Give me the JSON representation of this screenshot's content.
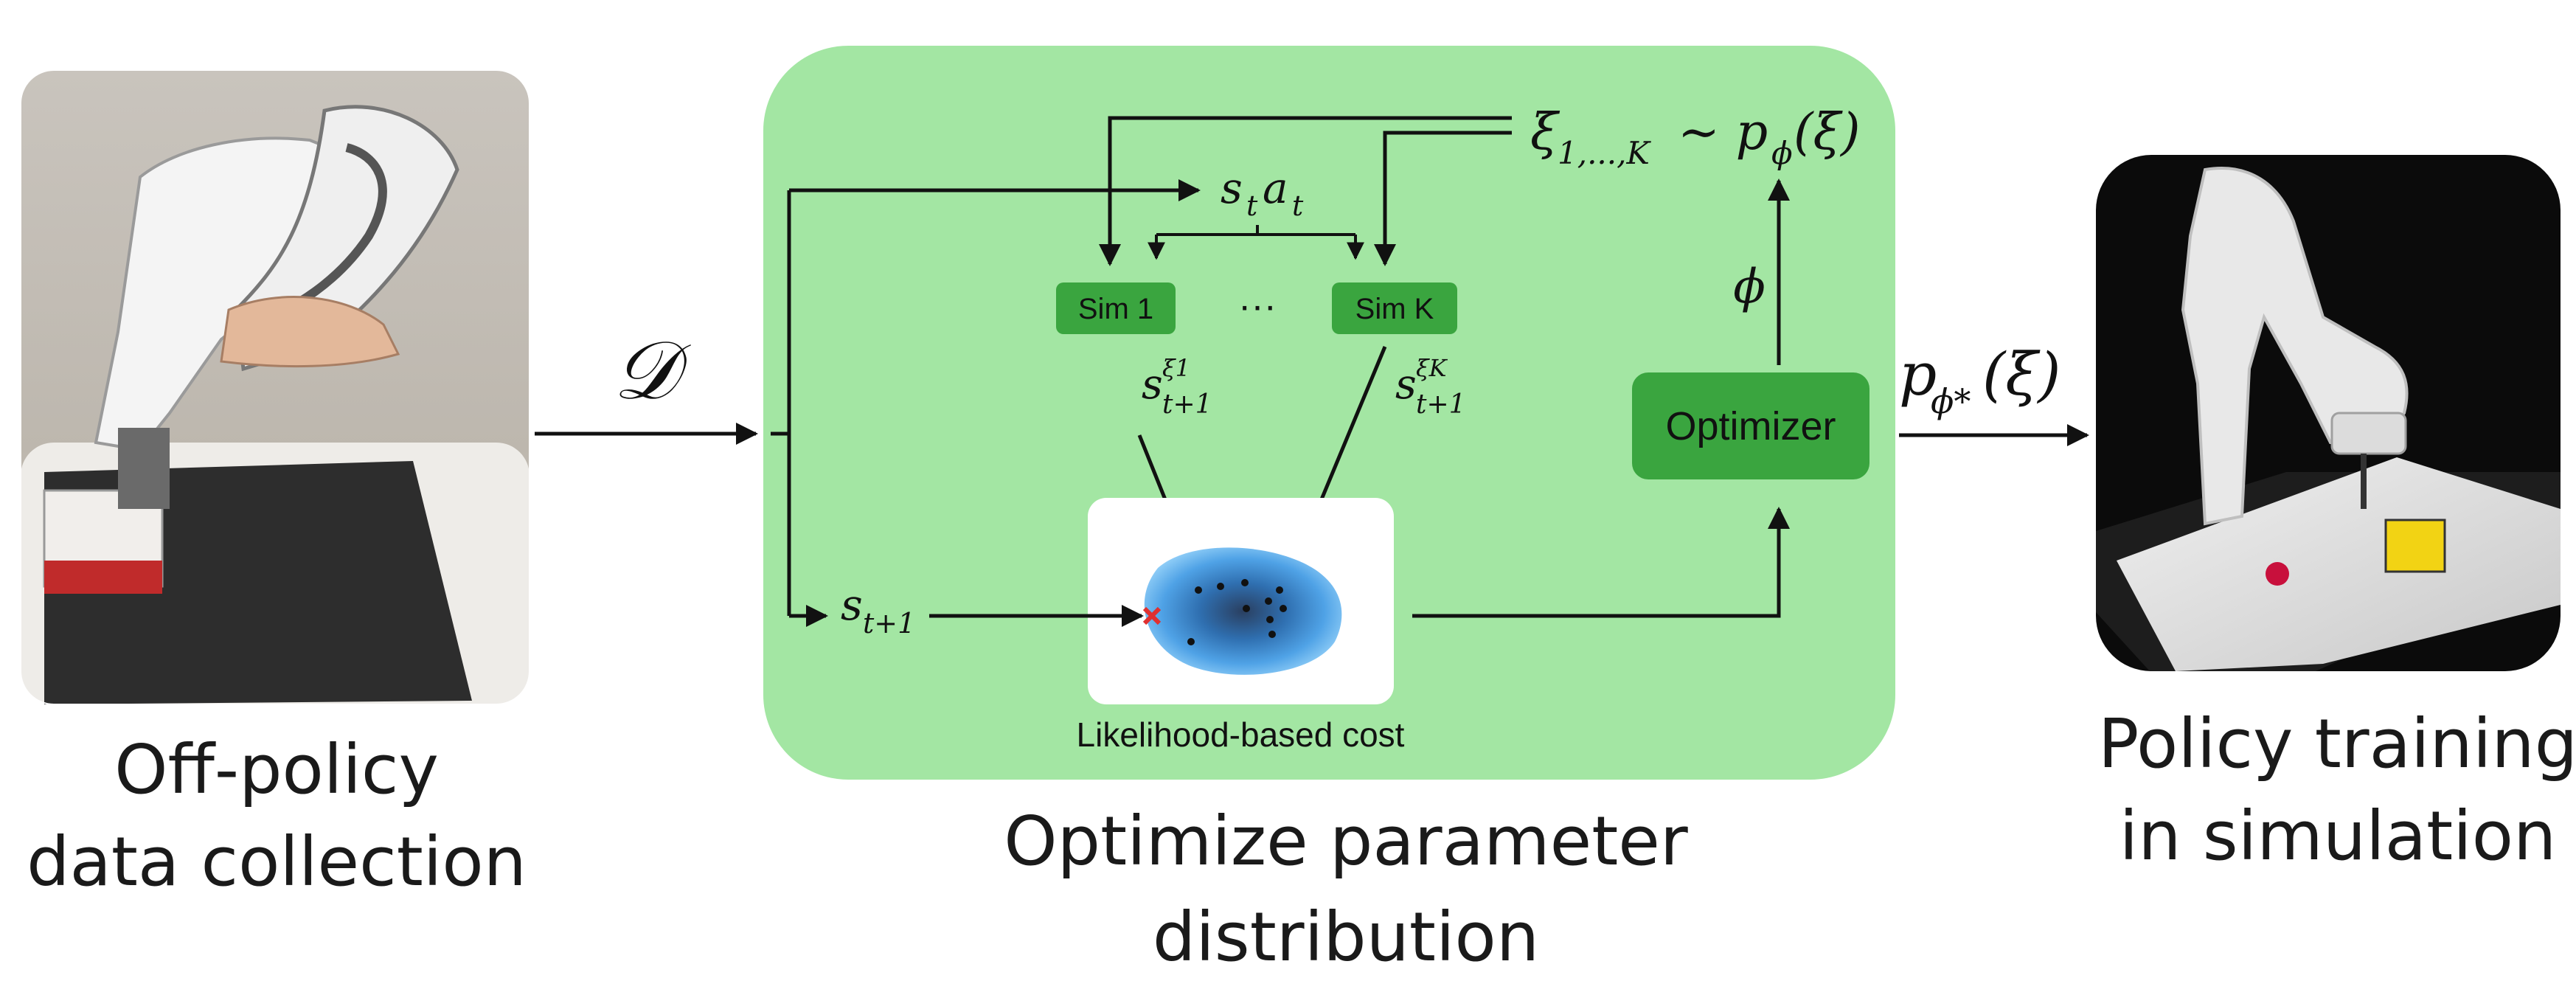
{
  "panels": {
    "left_caption": [
      "Off-policy",
      "data collection"
    ],
    "center_caption": [
      "Optimize parameter",
      "distribution"
    ],
    "right_caption": [
      "Policy training",
      "in simulation"
    ]
  },
  "math": {
    "dataset": "𝒟",
    "xi_sample_lhs": "ξ",
    "xi_sample_sub": "1,...,K",
    "xi_sample_rhs": "∼ p",
    "xi_sample_phi_sub": "ϕ",
    "xi_sample_arg": "(ξ)",
    "state_action": "s",
    "state_action_sub_t": "t",
    "state_action_a": "a",
    "state_action_a_sub": "t",
    "phi": "ϕ",
    "next_state": "s",
    "next_state_sub": "t+1",
    "sim1_out": "s",
    "sim1_out_sup": "ξ1",
    "sim1_out_sub": "t+1",
    "simK_out": "s",
    "simK_out_sup": "ξK",
    "simK_out_sub": "t+1",
    "final_dist": "p",
    "final_dist_sub": "ϕ*",
    "final_dist_arg": "(ξ)"
  },
  "blocks": {
    "sim1_label": "Sim 1",
    "simk_label": "Sim K",
    "ellipsis": "···",
    "optimizer_label": "Optimizer",
    "cost_label": "Likelihood-based cost"
  },
  "colors": {
    "panel_green": "#a3e6a3",
    "block_green": "#3aa53f",
    "arrow": "#111111",
    "contour_dark": "#2a3f60",
    "contour_light": "#6fbaf0",
    "marker_red": "#e03030"
  },
  "icons": {
    "robot_photo": "robot-arm-photo-icon",
    "sim_render": "sim-robot-render-icon"
  }
}
